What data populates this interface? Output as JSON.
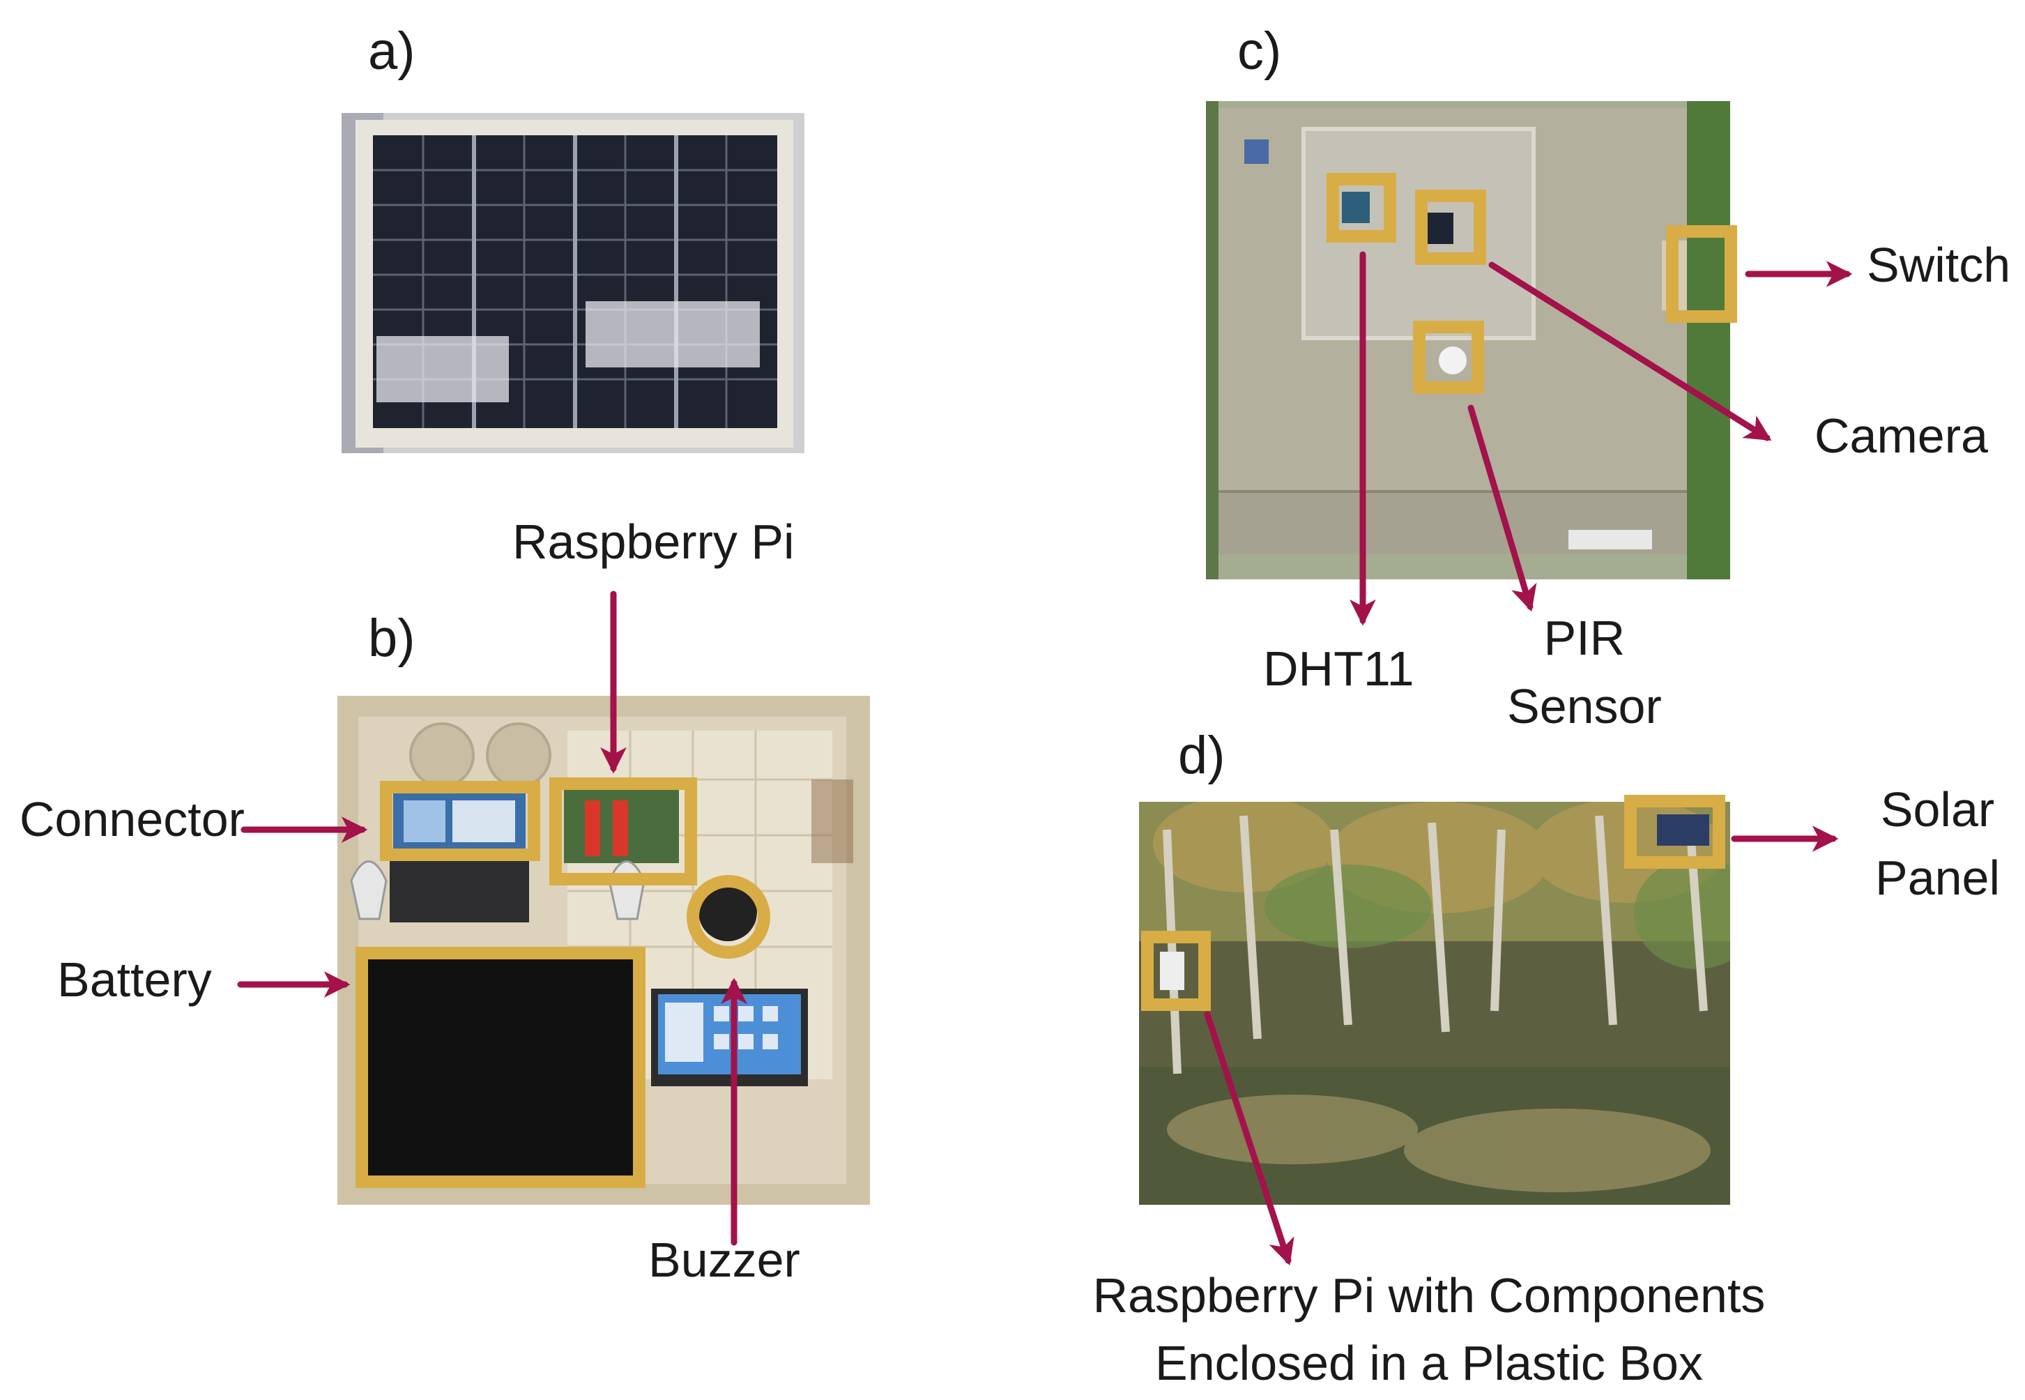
{
  "colors": {
    "arrow": "#a3124a",
    "highlight": "#d9ad45"
  },
  "panels": {
    "a": {
      "letter": "a)"
    },
    "b": {
      "letter": "b)"
    },
    "c": {
      "letter": "c)"
    },
    "d": {
      "letter": "d)"
    }
  },
  "labels": {
    "raspberry_pi": "Raspberry Pi",
    "connector": "Connector",
    "battery": "Battery",
    "buzzer": "Buzzer",
    "switch": "Switch",
    "camera": "Camera",
    "dht11": "DHT11",
    "pir_line1": "PIR",
    "pir_line2": "Sensor",
    "solar_line1": "Solar",
    "solar_line2": "Panel",
    "box_line1": "Raspberry Pi with Components",
    "box_line2": "Enclosed in a Plastic Box"
  }
}
